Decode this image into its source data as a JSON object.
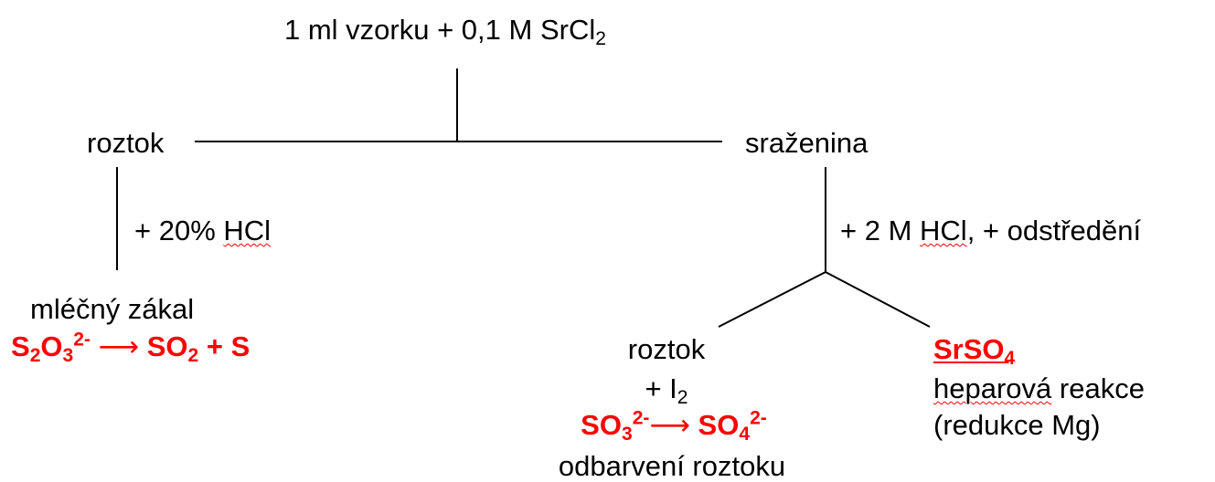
{
  "root": {
    "label_main": "1 ml vzorku + 0,1 M SrCl",
    "label_sub": "2"
  },
  "left": {
    "label": "roztok",
    "step": {
      "prefix": "+ 20% ",
      "reagent": "HCl"
    },
    "result": "mléčný zákal",
    "reaction": {
      "a": "S",
      "a_sub": "2",
      "b": "O",
      "b_sub": "3",
      "b_sup": "2-",
      "arrow": "⟶",
      "c": "SO",
      "c_sub": "2",
      "d": " + S"
    }
  },
  "right": {
    "label": "sraženina",
    "step": {
      "prefix": "+ 2 M ",
      "reagent": "HCl",
      "suffix": ", + odstředění"
    },
    "left_child": {
      "label": "roztok",
      "reagent": {
        "a": "+ I",
        "a_sub": "2"
      },
      "reaction": {
        "a": "SO",
        "a_sub": "3",
        "a_sup": "2-",
        "arrow": "⟶",
        "b": "SO",
        "b_sub": "4",
        "b_sup": "2-"
      },
      "result": "odbarvení roztoku"
    },
    "right_child": {
      "product": {
        "a": "SrSO",
        "a_sub": "4"
      },
      "test": {
        "word": "heparová",
        "rest": " reakce"
      },
      "note": "(redukce Mg)"
    }
  },
  "colors": {
    "highlight": "#ff0000",
    "line": "#000000",
    "text": "#000000"
  }
}
